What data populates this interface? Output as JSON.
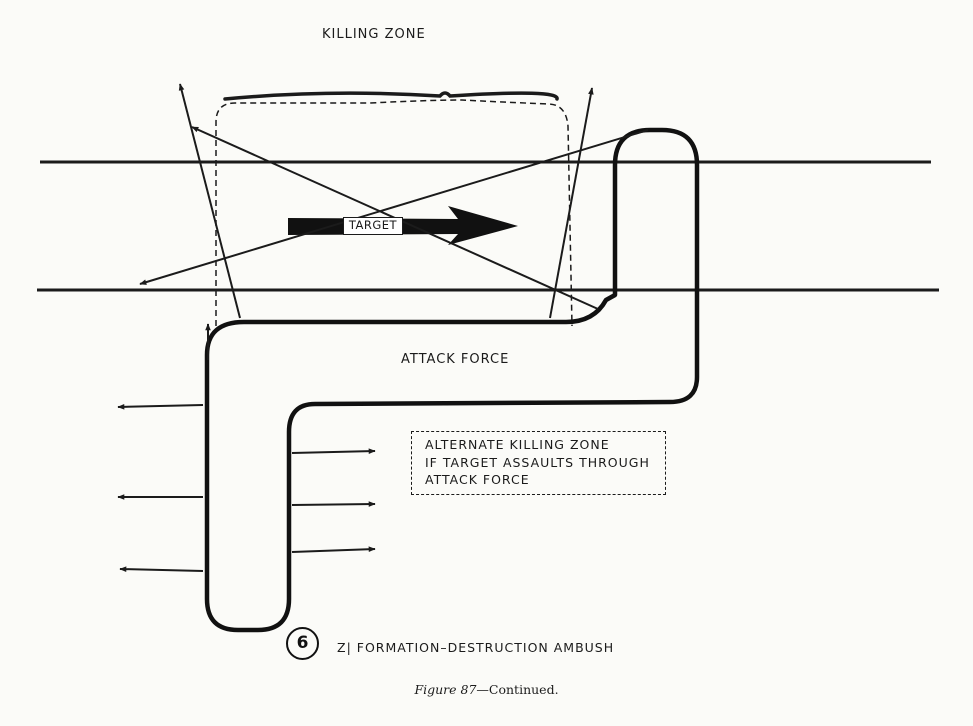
{
  "labels": {
    "killing_zone": "KILLING ZONE",
    "target": "TARGET",
    "attack_force": "ATTACK FORCE",
    "alternate_zone": [
      "ALTERNATE KILLING ZONE",
      "IF TARGET ASSAULTS THROUGH",
      "ATTACK FORCE"
    ]
  },
  "figure": {
    "badge_number": "6",
    "title": "Z| FORMATION–DESTRUCTION AMBUSH",
    "caption_figure": "Figure 87",
    "caption_suffix": "—Continued."
  },
  "colors": {
    "ink": "#1b1b1b",
    "paper": "#fbfbf8"
  }
}
